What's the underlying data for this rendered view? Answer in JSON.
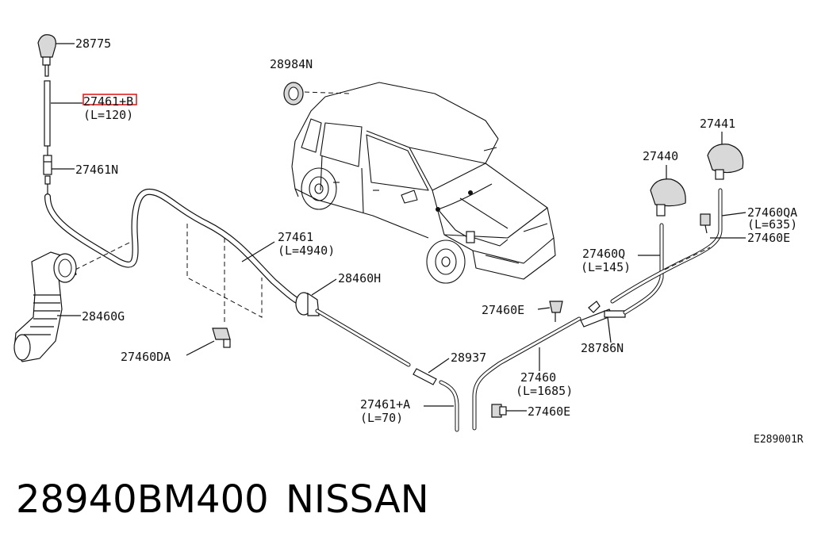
{
  "diagram": {
    "labels": {
      "p28775": "28775",
      "p27461B": "27461+B",
      "p27461B_len": "(L=120)",
      "p27461N": "27461N",
      "p28984N": "28984N",
      "p27461": "27461",
      "p27461_len": "(L=4940)",
      "p28460H": "28460H",
      "p28460G": "28460G",
      "p27460DA": "27460DA",
      "p28937": "28937",
      "p27461A": "27461+A",
      "p27461A_len": "(L=70)",
      "p27460": "27460",
      "p27460_len": "(L=1685)",
      "p27460E_bottom": "27460E",
      "p27460E_mid": "27460E",
      "p28786N": "28786N",
      "p27441": "27441",
      "p27440": "27440",
      "p27460QA": "27460QA",
      "p27460QA_len": "(L=635)",
      "p27460E_right": "27460E",
      "p27460Q": "27460Q",
      "p27460Q_len": "(L=145)"
    },
    "ref_code": "E289001R",
    "highlight_color": "#e02020"
  },
  "caption": {
    "part_number": "28940BM400",
    "brand": "NISSAN"
  }
}
